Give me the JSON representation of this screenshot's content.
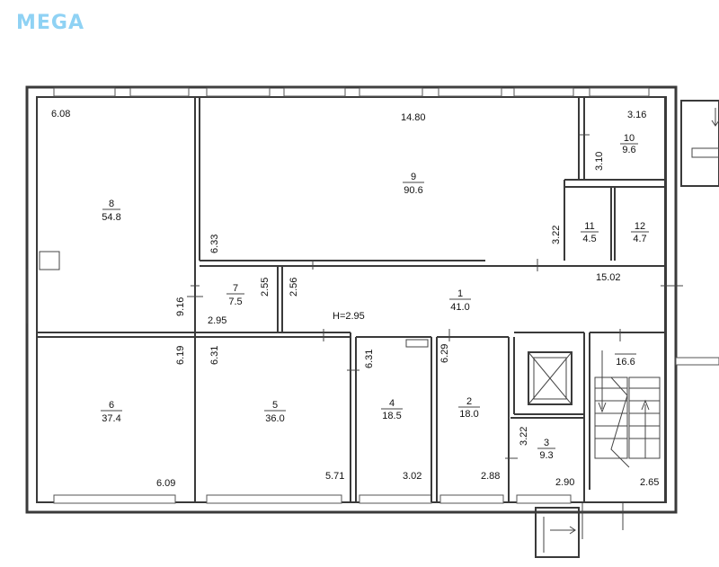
{
  "brand": {
    "logo_text": "MEGA",
    "logo_color": "#8fd2f4"
  },
  "height_label": "H=2.95",
  "rooms": [
    {
      "id": "room-1",
      "number": "1",
      "area": "41.0"
    },
    {
      "id": "room-2",
      "number": "2",
      "area": "18.0"
    },
    {
      "id": "room-3",
      "number": "3",
      "area": "9.3"
    },
    {
      "id": "room-4",
      "number": "4",
      "area": "18.5"
    },
    {
      "id": "room-5",
      "number": "5",
      "area": "36.0"
    },
    {
      "id": "room-6",
      "number": "6",
      "area": "37.4"
    },
    {
      "id": "room-7",
      "number": "7",
      "area": "7.5"
    },
    {
      "id": "room-8",
      "number": "8",
      "area": "54.8"
    },
    {
      "id": "room-9",
      "number": "9",
      "area": "90.6"
    },
    {
      "id": "room-10",
      "number": "10",
      "area": "9.6"
    },
    {
      "id": "room-11",
      "number": "11",
      "area": "4.5"
    },
    {
      "id": "room-12",
      "number": "12",
      "area": "4.7"
    },
    {
      "id": "room-stair",
      "number": "",
      "area": "16.6"
    }
  ],
  "dimensions": [
    "6.08",
    "14.80",
    "3.16",
    "3.10",
    "3.22",
    "6.33",
    "2.55",
    "2.56",
    "9.16",
    "2.95",
    "15.02",
    "6.19",
    "6.31",
    "6.31",
    "6.29",
    "3.22",
    "6.09",
    "5.71",
    "3.02",
    "2.88",
    "2.90",
    "2.65"
  ]
}
